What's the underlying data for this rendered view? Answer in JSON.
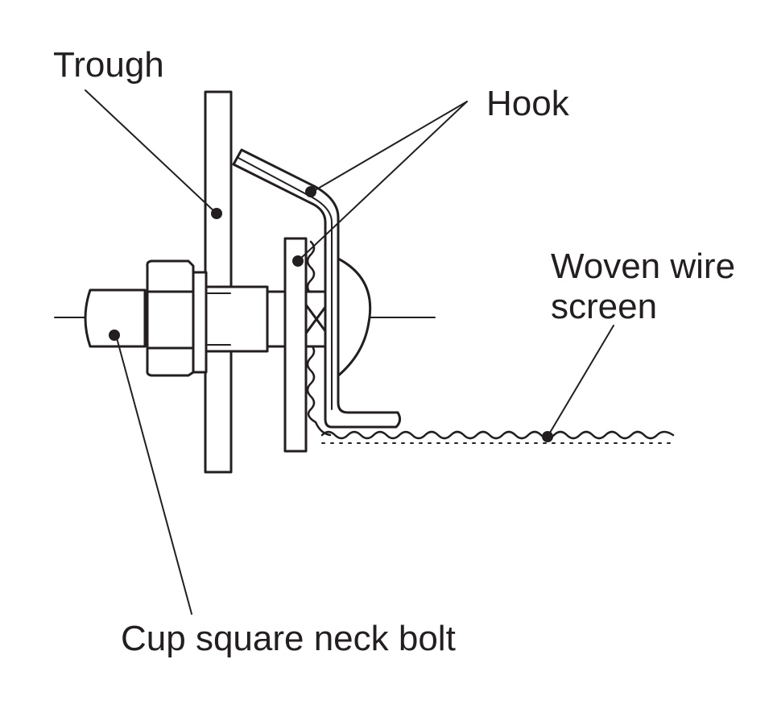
{
  "labels": {
    "trough": "Trough",
    "hook": "Hook",
    "woven_wire_screen_line1": "Woven wire",
    "woven_wire_screen_line2": "screen",
    "cup_square_neck_bolt": "Cup square neck bolt"
  },
  "colors": {
    "line": "#231f20",
    "fill": "#ffffff"
  }
}
